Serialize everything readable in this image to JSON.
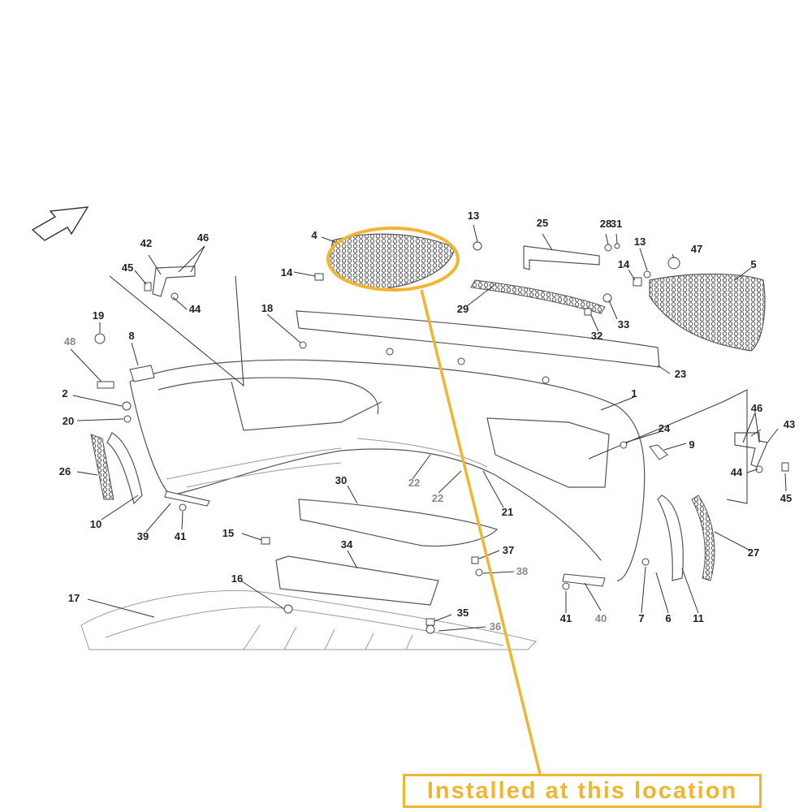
{
  "annotation": {
    "text": "Installed at this location",
    "color": "#f0b531"
  },
  "callouts": [
    {
      "id": "c1",
      "label": "1",
      "tone": "dark"
    },
    {
      "id": "c2",
      "label": "2",
      "tone": "dark"
    },
    {
      "id": "c4",
      "label": "4",
      "tone": "dark"
    },
    {
      "id": "c5",
      "label": "5",
      "tone": "dark"
    },
    {
      "id": "c6",
      "label": "6",
      "tone": "dark"
    },
    {
      "id": "c7",
      "label": "7",
      "tone": "dark"
    },
    {
      "id": "c8",
      "label": "8",
      "tone": "dark"
    },
    {
      "id": "c9",
      "label": "9",
      "tone": "dark"
    },
    {
      "id": "c10",
      "label": "10",
      "tone": "dark"
    },
    {
      "id": "c11",
      "label": "11",
      "tone": "dark"
    },
    {
      "id": "c13a",
      "label": "13",
      "tone": "dark"
    },
    {
      "id": "c13b",
      "label": "13",
      "tone": "dark"
    },
    {
      "id": "c14a",
      "label": "14",
      "tone": "dark"
    },
    {
      "id": "c14b",
      "label": "14",
      "tone": "dark"
    },
    {
      "id": "c15",
      "label": "15",
      "tone": "dark"
    },
    {
      "id": "c16",
      "label": "16",
      "tone": "dark"
    },
    {
      "id": "c17",
      "label": "17",
      "tone": "dark"
    },
    {
      "id": "c18",
      "label": "18",
      "tone": "dark"
    },
    {
      "id": "c19",
      "label": "19",
      "tone": "dark"
    },
    {
      "id": "c20",
      "label": "20",
      "tone": "dark"
    },
    {
      "id": "c21",
      "label": "21",
      "tone": "dark"
    },
    {
      "id": "c22a",
      "label": "22",
      "tone": "gray"
    },
    {
      "id": "c22b",
      "label": "22",
      "tone": "gray"
    },
    {
      "id": "c23",
      "label": "23",
      "tone": "dark"
    },
    {
      "id": "c24",
      "label": "24",
      "tone": "dark"
    },
    {
      "id": "c25",
      "label": "25",
      "tone": "dark"
    },
    {
      "id": "c26",
      "label": "26",
      "tone": "dark"
    },
    {
      "id": "c27",
      "label": "27",
      "tone": "dark"
    },
    {
      "id": "c28",
      "label": "28",
      "tone": "dark"
    },
    {
      "id": "c29",
      "label": "29",
      "tone": "dark"
    },
    {
      "id": "c30",
      "label": "30",
      "tone": "dark"
    },
    {
      "id": "c31",
      "label": "31",
      "tone": "dark"
    },
    {
      "id": "c32",
      "label": "32",
      "tone": "dark"
    },
    {
      "id": "c33",
      "label": "33",
      "tone": "dark"
    },
    {
      "id": "c34",
      "label": "34",
      "tone": "dark"
    },
    {
      "id": "c35",
      "label": "35",
      "tone": "dark"
    },
    {
      "id": "c36",
      "label": "36",
      "tone": "gray"
    },
    {
      "id": "c37",
      "label": "37",
      "tone": "dark"
    },
    {
      "id": "c38",
      "label": "38",
      "tone": "gray"
    },
    {
      "id": "c39",
      "label": "39",
      "tone": "dark"
    },
    {
      "id": "c40",
      "label": "40",
      "tone": "gray"
    },
    {
      "id": "c41a",
      "label": "41",
      "tone": "dark"
    },
    {
      "id": "c41b",
      "label": "41",
      "tone": "dark"
    },
    {
      "id": "c42",
      "label": "42",
      "tone": "dark"
    },
    {
      "id": "c43",
      "label": "43",
      "tone": "dark"
    },
    {
      "id": "c44a",
      "label": "44",
      "tone": "dark"
    },
    {
      "id": "c44b",
      "label": "44",
      "tone": "dark"
    },
    {
      "id": "c45a",
      "label": "45",
      "tone": "dark"
    },
    {
      "id": "c45b",
      "label": "45",
      "tone": "dark"
    },
    {
      "id": "c46a",
      "label": "46",
      "tone": "dark"
    },
    {
      "id": "c46b",
      "label": "46",
      "tone": "dark"
    },
    {
      "id": "c47",
      "label": "47",
      "tone": "dark"
    },
    {
      "id": "c48",
      "label": "48",
      "tone": "gray"
    }
  ]
}
